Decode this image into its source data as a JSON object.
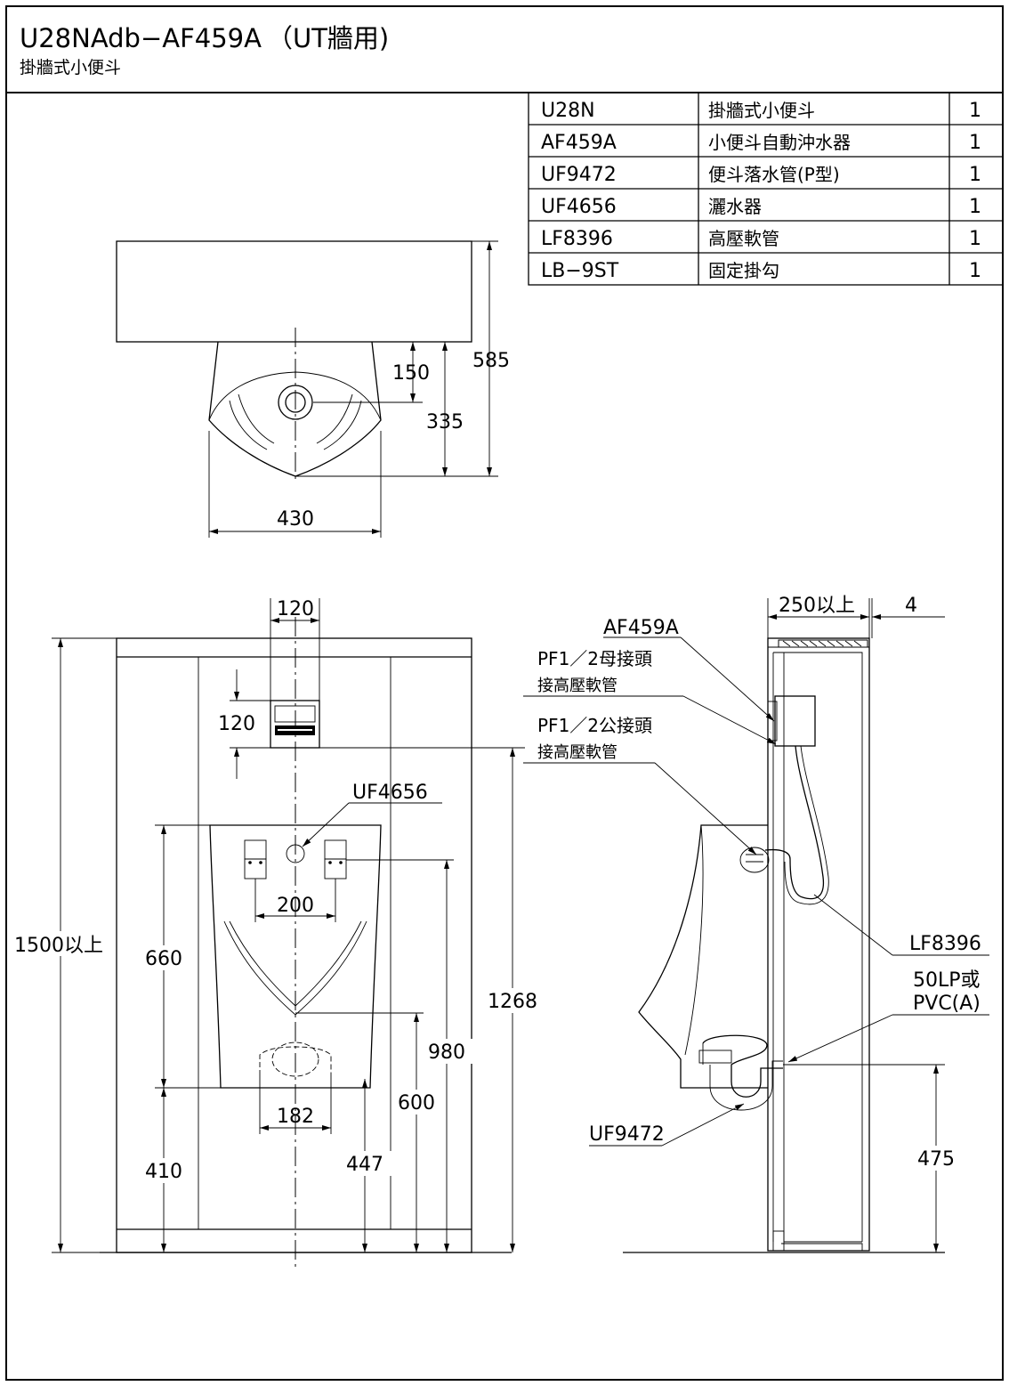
{
  "title_block": {
    "model": "U28NAdb−AF459A",
    "model_note": "（UT牆用)",
    "subtitle": "掛牆式小便斗"
  },
  "parts": [
    {
      "code": "U28N",
      "name": "掛牆式小便斗",
      "qty": "1"
    },
    {
      "code": "AF459A",
      "name": "小便斗自動沖水器",
      "qty": "1"
    },
    {
      "code": "UF9472",
      "name": "便斗落水管(P型)",
      "qty": "1"
    },
    {
      "code": "UF4656",
      "name": "灑水器",
      "qty": "1"
    },
    {
      "code": "LF8396",
      "name": "高壓軟管",
      "qty": "1"
    },
    {
      "code": "LB−9ST",
      "name": "固定掛勾",
      "qty": "1"
    }
  ],
  "top_view": {
    "dim_width": "430",
    "dim_depth": "585",
    "dim_outlet": "335",
    "dim_spreader": "150"
  },
  "front_view": {
    "dim_sensor_width": "120",
    "dim_sensor_height": "120",
    "dim_min_height": "1500以上",
    "dim_bowl_height": "660",
    "dim_bowl_bottom": "410",
    "dim_hook_spacing": "200",
    "dim_outlet_spacing": "182",
    "dim_sensor_height_floor": "1268",
    "dim_hook_height": "980",
    "dim_lip_height": "600",
    "dim_outlet_height": "447",
    "label_spreader": "UF4656"
  },
  "side_view": {
    "dim_wall_depth": "250以上",
    "dim_panel_thk": "4",
    "dim_drain_height": "475",
    "label_flusher": "AF459A",
    "label_female_1": "PF1／2母接頭",
    "label_female_2": "接高壓軟管",
    "label_male_1": "PF1／2公接頭",
    "label_male_2": "接高壓軟管",
    "label_hose": "LF8396",
    "label_drain_1": "50LP或",
    "label_drain_2": "PVC(A)",
    "label_trap": "UF9472"
  }
}
